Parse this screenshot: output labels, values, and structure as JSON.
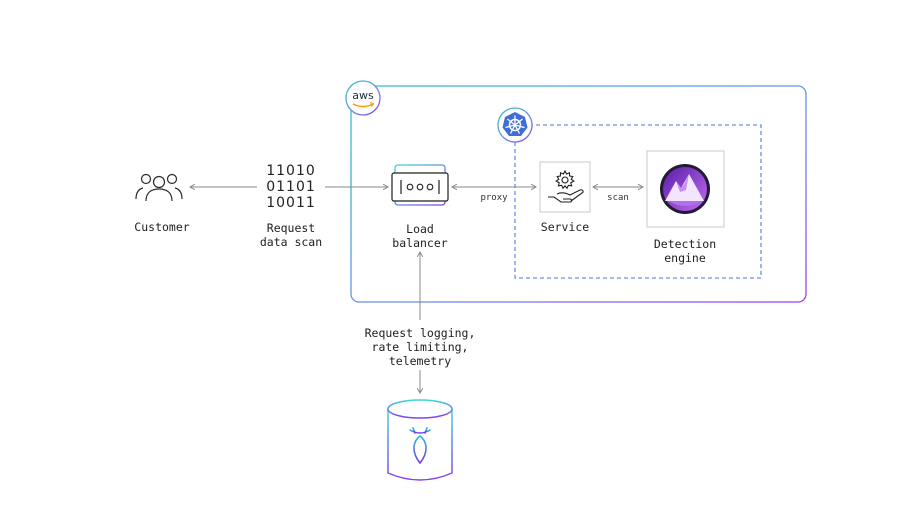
{
  "customer": {
    "label": "Customer",
    "icon": "users-icon"
  },
  "request_data_scan": {
    "bits": [
      "11010",
      "01101",
      "10011"
    ],
    "label": "Request\ndata scan"
  },
  "aws": {
    "logo_text": "aws"
  },
  "load_balancer": {
    "label": "Load\nbalancer",
    "icon": "load-balancer-icon"
  },
  "edges": {
    "proxy": "proxy",
    "scan": "scan"
  },
  "kubernetes": {
    "icon": "kubernetes-icon"
  },
  "service": {
    "label": "Service",
    "icon": "gear-hand-icon"
  },
  "detection_engine": {
    "label": "Detection\nengine",
    "icon": "mountain-logo-icon"
  },
  "logging": {
    "label": "Request logging,\nrate limiting,\ntelemetry"
  },
  "database": {
    "icon": "cicada-logo-icon"
  },
  "colors": {
    "line": "#8a8a8a",
    "aws_border_start": "#2fc3c6",
    "aws_border_end": "#9b3df0",
    "k8s_blue": "#3e6fd8",
    "k8s_dash": "#4a7be0",
    "db_gradient_start": "#3ad6d6",
    "db_gradient_end": "#8a3cf0",
    "engine_purple": "#8b3fd9"
  }
}
